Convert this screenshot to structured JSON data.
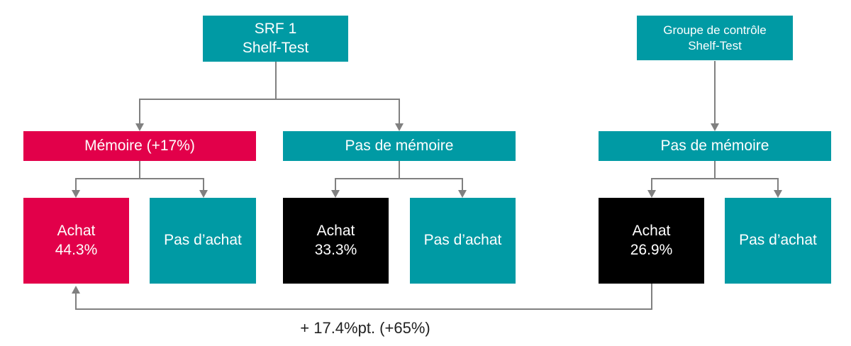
{
  "top": {
    "srf": {
      "line1": "SRF 1",
      "line2": "Shelf-Test"
    },
    "control": {
      "line1": "Groupe de contrôle",
      "line2": "Shelf-Test"
    }
  },
  "middle": {
    "memoire": "Mémoire (+17%)",
    "pas_memoire_1": "Pas de mémoire",
    "pas_memoire_2": "Pas de mémoire"
  },
  "bottom": {
    "achat_memoire": {
      "label": "Achat",
      "value": "44.3%"
    },
    "pas_achat_1": "Pas d’achat",
    "achat_pas_memoire": {
      "label": "Achat",
      "value": "33.3%"
    },
    "pas_achat_2": "Pas d’achat",
    "achat_control": {
      "label": "Achat",
      "value": "26.9%"
    },
    "pas_achat_3": "Pas d’achat"
  },
  "difference": "+ 17.4%pt. (+65%)",
  "colors": {
    "teal": "#009aa4",
    "red": "#e2004a",
    "black": "#000000",
    "arrow": "#808080"
  }
}
